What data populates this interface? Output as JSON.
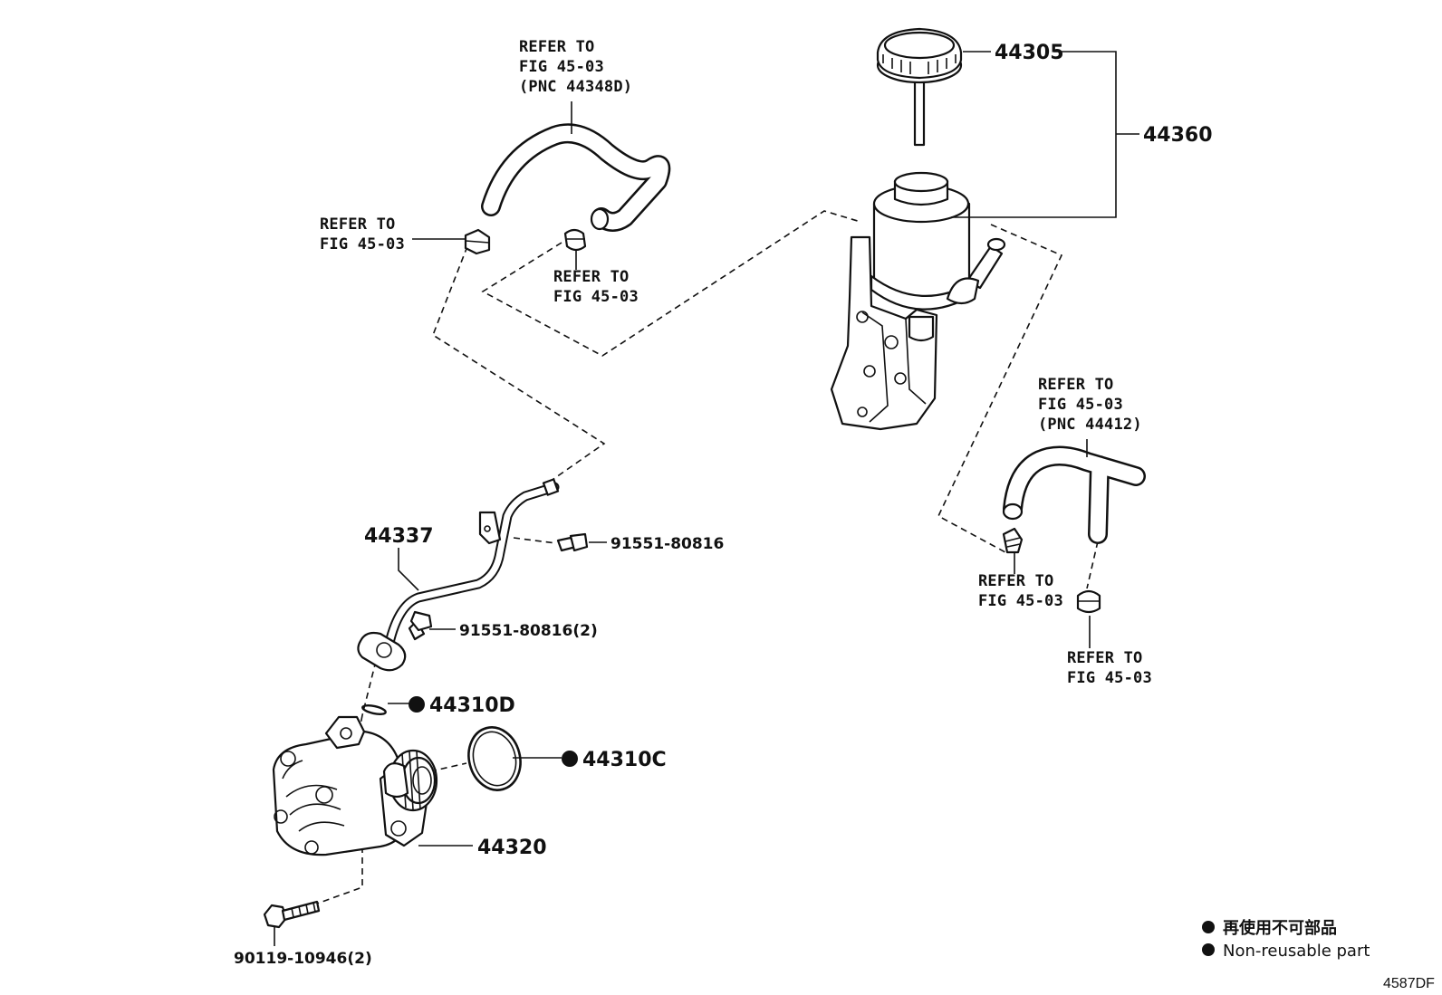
{
  "callouts": {
    "hose_upper": [
      "REFER TO",
      "FIG 45-03",
      "(PNC 44348D)"
    ],
    "clamp_left": [
      "REFER TO",
      "FIG 45-03"
    ],
    "clamp_mid": [
      "REFER TO",
      "FIG 45-03"
    ],
    "hose_right": [
      "REFER TO",
      "FIG 45-03",
      "(PNC 44412)"
    ],
    "clamp_right_a": [
      "REFER TO",
      "FIG 45-03"
    ],
    "clamp_right_b": [
      "REFER TO",
      "FIG 45-03"
    ]
  },
  "part_numbers": {
    "cap": "44305",
    "reservoir": "44360",
    "pipe": "44337",
    "bolt_upper": "91551-80816",
    "bolt_lower": "91551-80816(2)",
    "oring_small": "44310D",
    "oring_large": "44310C",
    "pump": "44320",
    "bolt_pump": "90119-10946(2)"
  },
  "legend": {
    "line_jp": "再使用不可部品",
    "line_en": "Non-reusable part"
  },
  "figure_code": "4587DF"
}
